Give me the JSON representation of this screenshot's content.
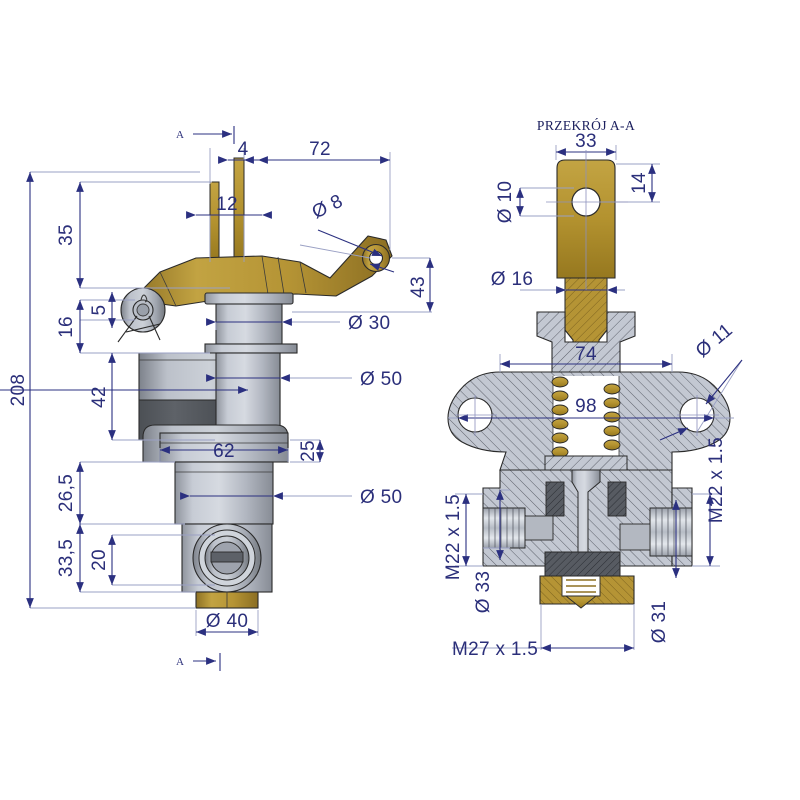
{
  "drawing": {
    "type": "engineering-technical-drawing",
    "subject": "hand-lever control valve / brake valve",
    "views": [
      {
        "id": "front-view",
        "title": ""
      },
      {
        "id": "section-view",
        "title": "PRZEKRÓJ A-A"
      }
    ],
    "section_marks": [
      {
        "id": "section-mark-top",
        "label": "A"
      },
      {
        "id": "section-mark-bottom",
        "label": "A"
      }
    ],
    "colors": {
      "brass": "#b59435",
      "brass_light": "#c6a544",
      "brass_dark": "#8e7124",
      "steel_light": "#c3c8d2",
      "steel_mid": "#a8adb8",
      "steel_dark": "#6f747d",
      "steel_darkest": "#4a4e55",
      "dimension_blue": "#2b3080",
      "hatch_gray": "#b9bfcb",
      "background": "#ffffff"
    }
  },
  "front_view_dimensions": [
    {
      "name": "overall-height",
      "value": "208",
      "orientation": "vertical",
      "position": "far-left"
    },
    {
      "name": "lever-handle-height",
      "value": "35",
      "orientation": "vertical",
      "position": "left"
    },
    {
      "name": "pivot-offset",
      "value": "16",
      "orientation": "vertical",
      "position": "left"
    },
    {
      "name": "pin-height",
      "value": "5",
      "orientation": "vertical",
      "position": "left-inner"
    },
    {
      "name": "upper-body-height",
      "value": "42",
      "orientation": "vertical",
      "position": "left-inner"
    },
    {
      "name": "mid-flange-offset",
      "value": "26,5",
      "orientation": "vertical",
      "position": "left"
    },
    {
      "name": "lower-port-offset",
      "value": "33,5",
      "orientation": "vertical",
      "position": "left"
    },
    {
      "name": "port-centre-height",
      "value": "20",
      "orientation": "vertical",
      "position": "left-inner"
    },
    {
      "name": "bracket-width",
      "value": "4",
      "orientation": "horizontal",
      "position": "top"
    },
    {
      "name": "lever-reach",
      "value": "72",
      "orientation": "horizontal",
      "position": "top"
    },
    {
      "name": "fork-gap",
      "value": "12",
      "orientation": "horizontal",
      "position": "top-inner"
    },
    {
      "name": "lever-hole-dia",
      "value": "Ø 8",
      "orientation": "leader",
      "position": "top-right"
    },
    {
      "name": "lever-pin-height",
      "value": "43",
      "orientation": "vertical",
      "position": "right"
    },
    {
      "name": "stem-dia",
      "value": "Ø 30",
      "orientation": "horizontal",
      "position": "right"
    },
    {
      "name": "upper-body-dia",
      "value": "Ø 50",
      "orientation": "horizontal",
      "position": "right"
    },
    {
      "name": "flange-width",
      "value": "62",
      "orientation": "horizontal",
      "position": "centre"
    },
    {
      "name": "flange-height",
      "value": "25",
      "orientation": "vertical",
      "position": "right"
    },
    {
      "name": "lower-body-dia",
      "value": "Ø 50",
      "orientation": "horizontal",
      "position": "right"
    },
    {
      "name": "base-thread-dia",
      "value": "Ø 40",
      "orientation": "horizontal",
      "position": "bottom"
    }
  ],
  "section_view_dimensions": [
    {
      "name": "lever-plate-width",
      "value": "33",
      "orientation": "horizontal",
      "position": "top"
    },
    {
      "name": "lever-hole-dia",
      "value": "Ø 10",
      "orientation": "vertical",
      "position": "top-left"
    },
    {
      "name": "hole-from-top",
      "value": "14",
      "orientation": "vertical",
      "position": "top-right"
    },
    {
      "name": "stem-dia",
      "value": "Ø 16",
      "orientation": "horizontal",
      "position": "left"
    },
    {
      "name": "mounting-hole-dia",
      "value": "Ø 11",
      "orientation": "leader",
      "position": "right"
    },
    {
      "name": "flange-span-upper",
      "value": "74",
      "orientation": "horizontal",
      "position": "middle"
    },
    {
      "name": "flange-span-lower",
      "value": "98",
      "orientation": "horizontal",
      "position": "middle"
    },
    {
      "name": "port-thread-left",
      "value": "M22 x 1.5",
      "orientation": "vertical",
      "position": "left"
    },
    {
      "name": "port-thread-right",
      "value": "M22 x 1.5",
      "orientation": "vertical",
      "position": "right"
    },
    {
      "name": "left-port-dia",
      "value": "Ø 33",
      "orientation": "vertical",
      "position": "bottom-left"
    },
    {
      "name": "right-port-dia",
      "value": "Ø 31",
      "orientation": "vertical",
      "position": "bottom-right"
    },
    {
      "name": "bottom-thread",
      "value": "M27 x 1.5",
      "orientation": "horizontal",
      "position": "bottom-left"
    }
  ],
  "labels": {
    "section_title": "PRZEKRÓJ A-A",
    "mark_a_top": "A",
    "mark_a_bottom": "A",
    "d208": "208",
    "d35": "35",
    "d16": "16",
    "d5": "5",
    "d42": "42",
    "d265": "26,5",
    "d335": "33,5",
    "d20": "20",
    "d4": "4",
    "d72": "72",
    "d12": "12",
    "dia8": "Ø 8",
    "d43": "43",
    "dia30": "Ø 30",
    "dia50a": "Ø 50",
    "d62": "62",
    "d25": "25",
    "dia50b": "Ø 50",
    "dia40": "Ø 40",
    "s33": "33",
    "sdia10": "Ø 10",
    "s14": "14",
    "sdia16": "Ø 16",
    "sdia11": "Ø 11",
    "s74": "74",
    "s98": "98",
    "m22left": "M22 x 1.5",
    "m22right": "M22 x 1.5",
    "sdia33": "Ø 33",
    "sdia31": "Ø 31",
    "m27": "M27 x 1.5"
  }
}
